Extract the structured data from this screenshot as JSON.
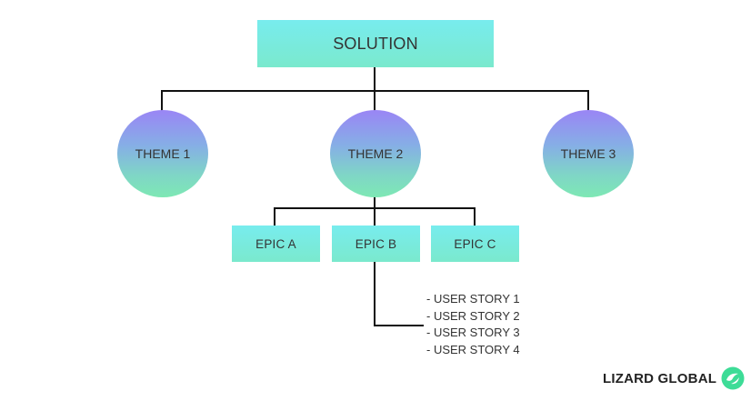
{
  "solution": {
    "label": "SOLUTION"
  },
  "themes": [
    {
      "label": "THEME 1"
    },
    {
      "label": "THEME 2"
    },
    {
      "label": "THEME 3"
    }
  ],
  "epics": [
    {
      "label": "EPIC A"
    },
    {
      "label": "EPIC B"
    },
    {
      "label": "EPIC C"
    }
  ],
  "user_stories": [
    "- USER STORY 1",
    "- USER STORY 2",
    "- USER STORY 3",
    "- USER STORY 4"
  ],
  "brand": {
    "name": "LIZARD GLOBAL",
    "logo_icon": "lizard-logo-icon",
    "accent_color": "#3ddc97"
  },
  "colors": {
    "box_gradient_top": "#78ecee",
    "box_gradient_bottom": "#7ae9cd",
    "circle_gradient_top": "#9a85f5",
    "circle_gradient_bottom": "#7ee8b4",
    "connector": "#111111"
  }
}
